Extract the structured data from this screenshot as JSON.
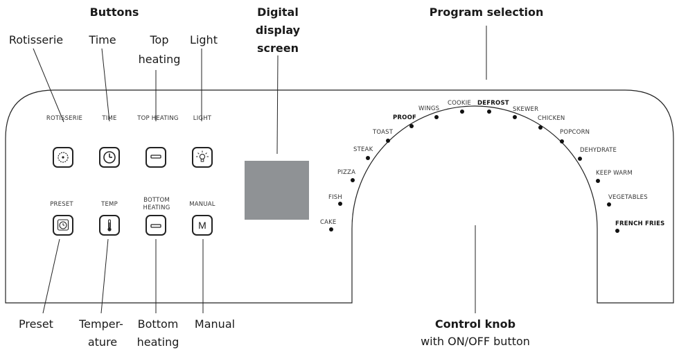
{
  "callouts": {
    "buttons_group": "Buttons",
    "rotisserie": "Rotisserie",
    "time": "Time",
    "top_heating_1": "Top",
    "top_heating_2": "heating",
    "light": "Light",
    "display_1": "Digital",
    "display_2": "display",
    "display_3": "screen",
    "program_selection": "Program selection",
    "preset": "Preset",
    "temperature_1": "Temper-",
    "temperature_2": "ature",
    "bottom_heating_1": "Bottom",
    "bottom_heating_2": "heating",
    "manual": "Manual",
    "control_knob": "Control knob",
    "control_knob_sub": "with ON/OFF button"
  },
  "panel_labels": {
    "rotisserie": "ROTISSERIE",
    "time": "TIME",
    "top_heating": "TOP HEATING",
    "light": "LIGHT",
    "preset": "PRESET",
    "temp": "TEMP",
    "bottom_heating_1": "BOTTOM",
    "bottom_heating_2": "HEATING",
    "manual": "MANUAL",
    "manual_glyph": "M"
  },
  "programs": {
    "cake": "CAKE",
    "fish": "FISH",
    "pizza": "PIZZA",
    "steak": "STEAK",
    "toast": "TOAST",
    "proof": "PROOF",
    "wings": "WINGS",
    "cookie": "COOKIE",
    "defrost": "DEFROST",
    "skewer": "SKEWER",
    "chicken": "CHICKEN",
    "popcorn": "POPCORN",
    "dehydrate": "DEHYDRATE",
    "keep_warm": "KEEP WARM",
    "vegetables": "VEGETABLES",
    "french_fries": "FRENCH FRIES"
  }
}
